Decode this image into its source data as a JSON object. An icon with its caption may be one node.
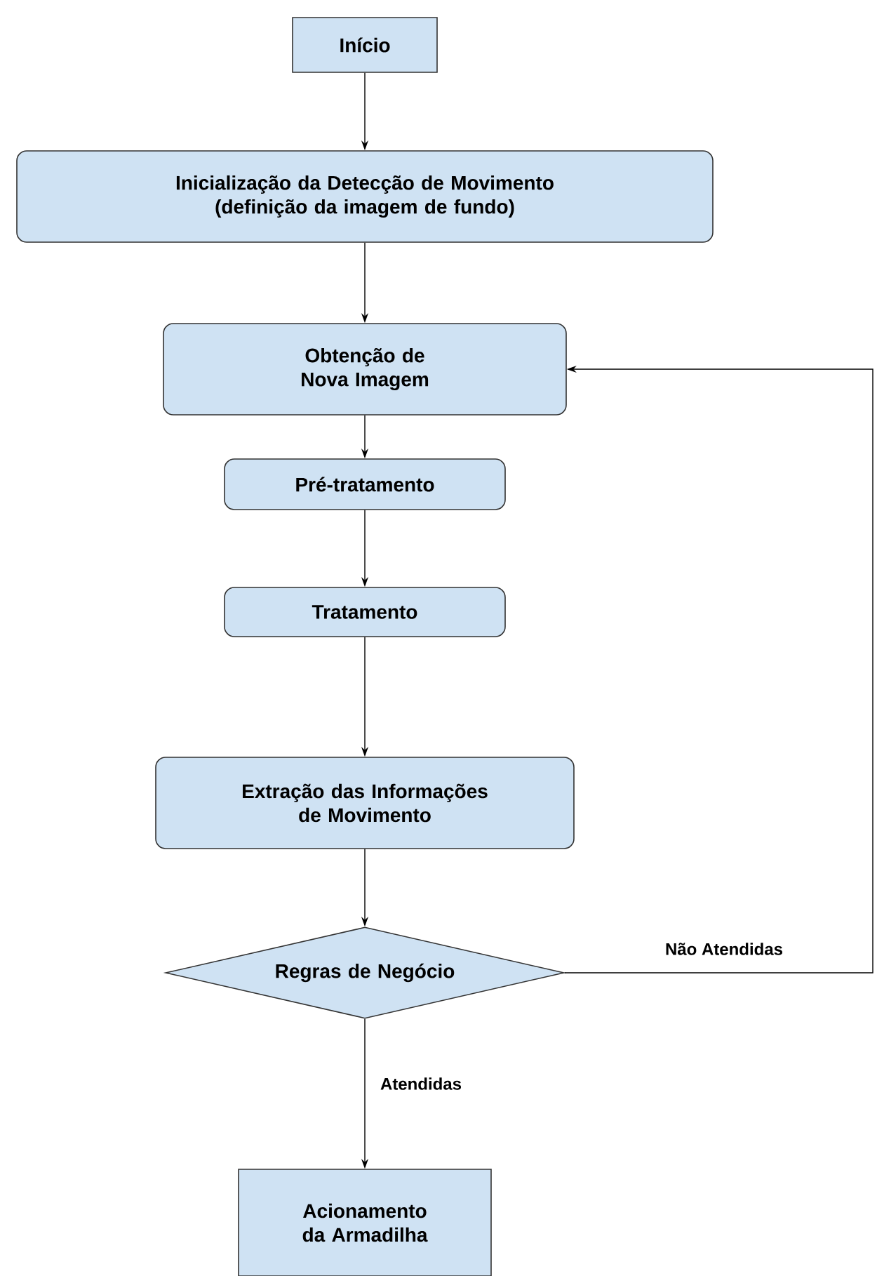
{
  "diagram": {
    "nodes": [
      {
        "text": [
          "Início"
        ]
      },
      {
        "text": [
          "Inicialização da Detecção de Movimento (definição da imagem de fundo)"
        ]
      },
      {
        "text": [
          "Obtenção de Nova Imagem"
        ]
      },
      {
        "text": [
          "Pré-tratamento"
        ]
      },
      {
        "text": [
          "Tratamento"
        ]
      },
      {
        "text": [
          "Extração das Informações de Movimento"
        ]
      },
      {
        "text": [
          "Regras de Negócio"
        ]
      },
      {
        "text": [
          "Acionamento da Armadilha"
        ]
      }
    ],
    "edges": [
      {
        "from": 0,
        "to": 1,
        "arrow": "to"
      },
      {
        "from": 1,
        "to": 2,
        "arrow": "to"
      },
      {
        "from": 2,
        "to": 3,
        "arrow": "to"
      },
      {
        "from": 3,
        "to": 4,
        "arrow": "to"
      },
      {
        "from": 4,
        "to": 5,
        "arrow": "to"
      },
      {
        "from": 5,
        "to": 6,
        "arrow": "to"
      },
      {
        "from": 6,
        "to": 7,
        "arrow": "to",
        "label": "Atendidas"
      },
      {
        "from": 6,
        "to": 2,
        "arrow": "to",
        "label": "Não Atendidas"
      }
    ]
  }
}
